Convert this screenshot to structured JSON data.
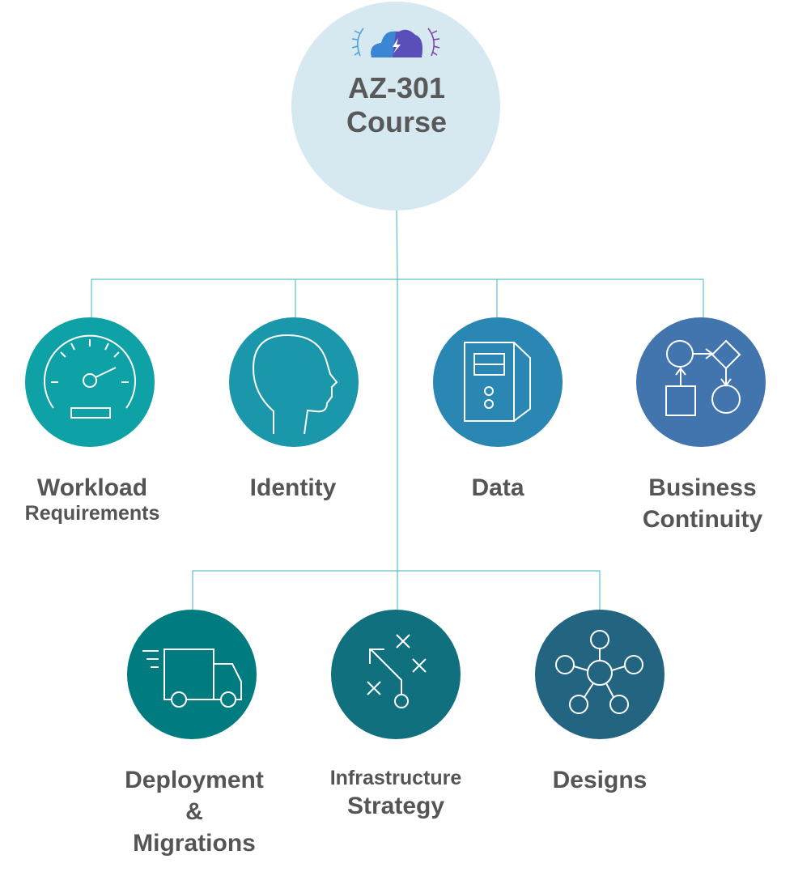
{
  "root": {
    "line1": "AZ-301",
    "line2": "Course",
    "icon": "cloud-lightning-laurel-icon",
    "color": "#d6e9f1"
  },
  "colors": {
    "connector": "#5ec2c4",
    "text": "#555555"
  },
  "topics": [
    {
      "id": "workload",
      "line1": "Workload",
      "line2": "Requirements",
      "icon": "speedometer-icon",
      "color": "#0ea1a6"
    },
    {
      "id": "identity",
      "line1": "Identity",
      "line2": "",
      "icon": "head-profile-icon",
      "color": "#1b97ac"
    },
    {
      "id": "data",
      "line1": "Data",
      "line2": "",
      "icon": "server-tower-icon",
      "color": "#2a86b3"
    },
    {
      "id": "business",
      "line1": "Business",
      "line2": "Continuity",
      "icon": "flowchart-icon",
      "color": "#4274ad"
    },
    {
      "id": "deployment",
      "line1": "Deployment",
      "line2": "&",
      "line3": "Migrations",
      "icon": "delivery-truck-icon",
      "color": "#007b7f"
    },
    {
      "id": "infrastructure",
      "line1": "Infrastructure",
      "line2": "Strategy",
      "icon": "strategy-play-icon",
      "color": "#11707e"
    },
    {
      "id": "designs",
      "line1": "Designs",
      "line2": "",
      "icon": "hub-network-icon",
      "color": "#236480"
    }
  ]
}
